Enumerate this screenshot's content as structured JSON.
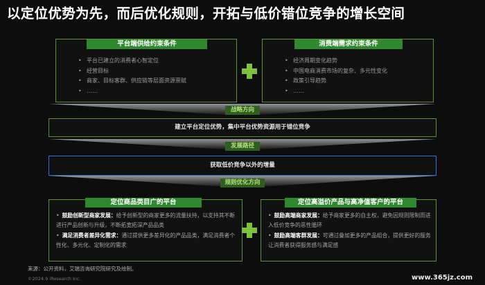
{
  "title": "以定位优势为先，而后优化规则，开拓与低价错位竞争的增长空间",
  "left_top": {
    "header": "平台端供给约束条件",
    "items": [
      "平台已建立的消费者心智定位",
      "经营目标",
      "商家、目标客群、供应链等层面资源禀赋",
      "……"
    ]
  },
  "right_top": {
    "header": "消费端需求约束条件",
    "items": [
      "经济周期变化趋势",
      "中国电商消费市场的复杂、多元性变化",
      "政策引导趋势",
      "……"
    ]
  },
  "strategy": {
    "label": "战略方向",
    "text": "建立平台定位优势，集中平台优势资源用于错位竞争"
  },
  "path": {
    "label": "发展路径",
    "text": "获取低价竞争以外的增量"
  },
  "rules": {
    "label": "规则优化方向"
  },
  "left_bottom": {
    "header": "定位商品类目广的平台",
    "items": [
      {
        "title": "鼓励创新型商家发展：",
        "body": "给予创新型的商家更多的流量扶持，以支持其不断进行产品创新与升级，不断拓宽拓深产品品类"
      },
      {
        "title": "满足消费者差异化需求：",
        "body": "通过提供更多差异化的产品品类，满足消费者个性化、多元化、定制化的需求"
      }
    ]
  },
  "right_bottom": {
    "header": "定位高溢价产品与高净值客户的平台",
    "items": [
      {
        "title": "鼓励高端商家发展：",
        "body": "给予商家更多的自主权，避免因规则限制而进入低价竞争的恶性循环"
      },
      {
        "title": "鼓励高端客群发展：",
        "body": "可通过叠加更多的产品组合，提供更好的服务让消费者获得服务感与满足感"
      }
    ]
  },
  "footer": {
    "source": "来源：公开资料，艾瑞咨询研究院研究及绘制。",
    "copyright": "©2024.9 iResearch Inc."
  },
  "watermark": "www.365jz.com",
  "colors": {
    "accent_green": "#7ec23b",
    "header_green": "#2f8a2f",
    "border_green": "#5f8f35",
    "border_blue": "#2e77d0",
    "background": "#0d0d0d"
  }
}
